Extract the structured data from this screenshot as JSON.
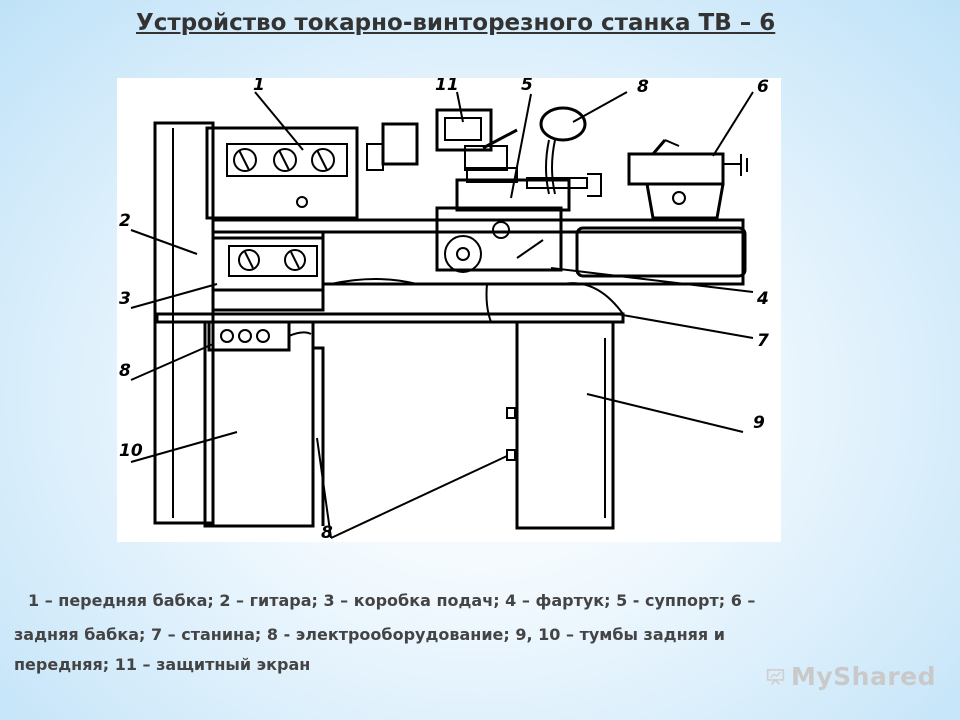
{
  "title": "Устройство токарно-винторезного станка ТВ – 6",
  "callouts": [
    "1",
    "11",
    "5",
    "8",
    "6",
    "2",
    "3",
    "4",
    "7",
    "8",
    "9",
    "10",
    "8"
  ],
  "caption": {
    "line1": "1 – передняя бабка; 2 – гитара;  3 – коробка подач; 4 – фартук; 5 - суппорт;  6 –",
    "line2": "задняя бабка; 7 – станина; 8 - электрооборудование; 9, 10 – тумбы задняя и",
    "line3": "передняя; 11 – защитный экран"
  },
  "watermark": {
    "text": "MyShared"
  }
}
